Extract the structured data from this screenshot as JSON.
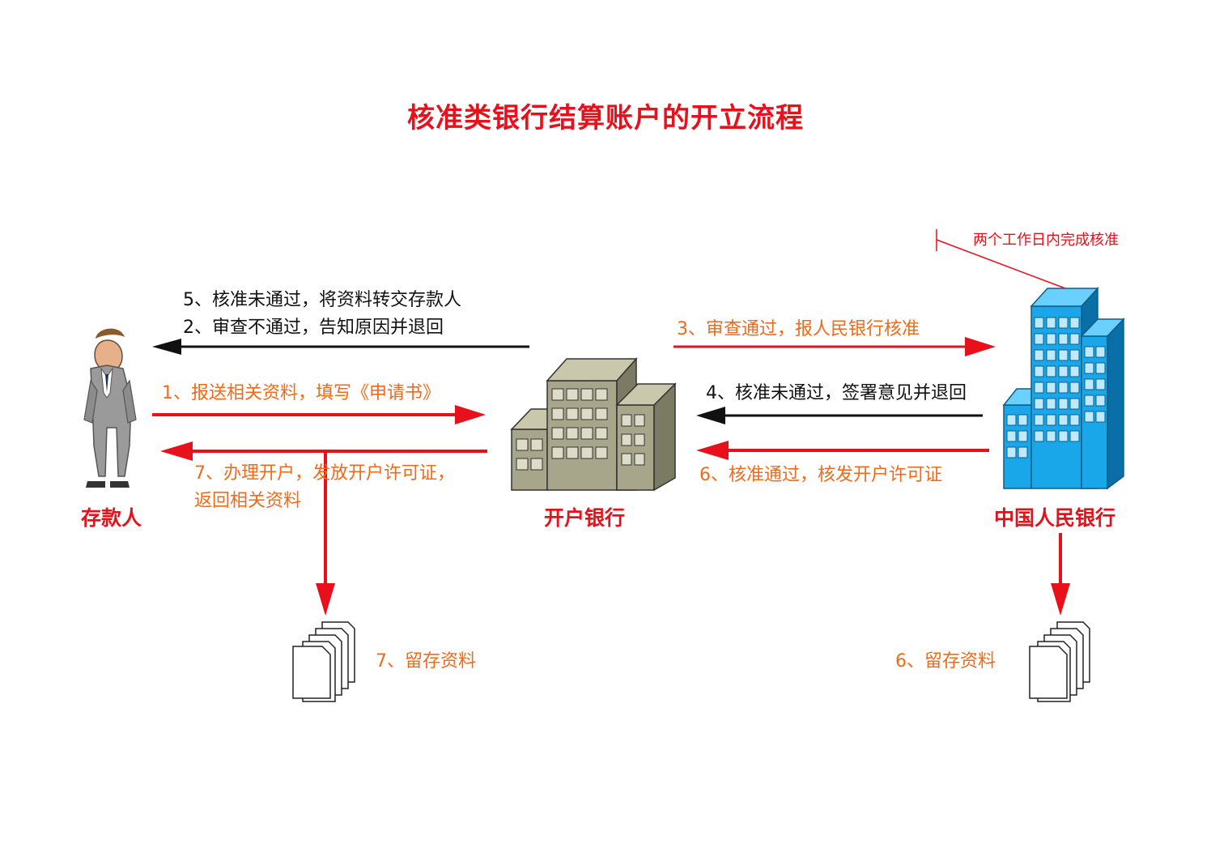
{
  "title": "核准类银行结算账户的开立流程",
  "nodes": {
    "depositor": "存款人",
    "bank": "开户银行",
    "pboc": "中国人民银行"
  },
  "steps": {
    "s5": "5、核准未通过，将资料转交存款人",
    "s2": "2、审查不通过，告知原因并退回",
    "s1": "1、报送相关资料，填写《申请书》",
    "s7a": "7、办理开户，发放开户许可证，",
    "s7b": "返回相关资料",
    "s3": "3、审查通过，报人民银行核准",
    "s4": "4、核准未通过，签署意见并退回",
    "s6": "6、核准通过，核发开户许可证"
  },
  "archive": {
    "bank": "7、留存资料",
    "pboc": "6、留存资料"
  },
  "note": "两个工作日内完成核准",
  "colors": {
    "red": "#e8101b",
    "orange": "#f06a1a",
    "black": "#111111",
    "building_gray": "#a7a68a",
    "building_blue": "#1aa7ea"
  }
}
